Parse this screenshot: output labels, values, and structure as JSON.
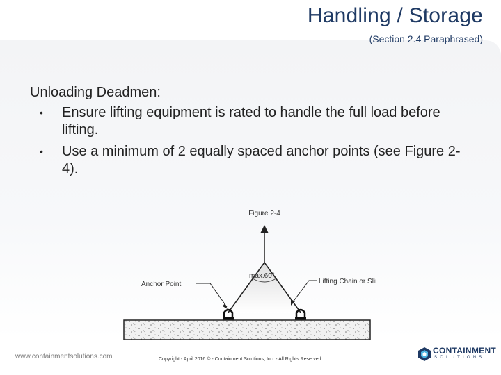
{
  "header": {
    "title": "Handling / Storage",
    "subtitle": "(Section 2.4 Paraphrased)"
  },
  "content": {
    "heading": "Unloading Deadmen:",
    "bullets": [
      "Ensure lifting equipment is rated to handle the full load before lifting.",
      "Use a minimum of 2 equally spaced anchor points (see Figure 2-4)."
    ],
    "bullet_symbol": "•"
  },
  "figure": {
    "caption": "Figure 2-4",
    "angle_label": "max.60°",
    "anchor_label": "Anchor Point",
    "chain_label": "Lifting Chain or Sling"
  },
  "footer": {
    "url": "www.containmentsolutions.com",
    "copyright": "Copyright - April 2016 © - Containment Solutions, Inc. - All Rights Reserved"
  },
  "logo": {
    "word1": "CONTAINMENT",
    "word2": "SOLUTIONS",
    "brand_color": "#1f3a64"
  }
}
